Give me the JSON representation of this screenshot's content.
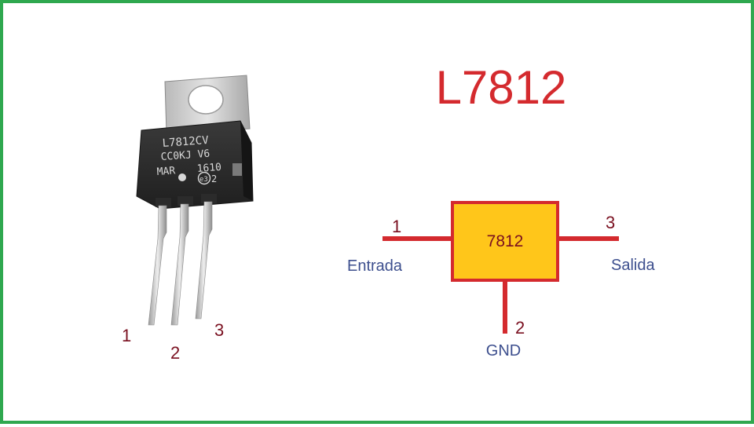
{
  "title": "L7812",
  "component": {
    "marking_line1": "L7812CV",
    "marking_line2": "CC0KJ  V6",
    "marking_line3_left": "MAR",
    "marking_line3_right": "1610",
    "marking_e3": "e3",
    "marking_e3_suffix": "2",
    "pin_numbers": [
      "1",
      "2",
      "3"
    ]
  },
  "schematic": {
    "box_label": "7812",
    "pins": [
      {
        "number": "1",
        "label": "Entrada"
      },
      {
        "number": "2",
        "label": "GND"
      },
      {
        "number": "3",
        "label": "Salida"
      }
    ]
  },
  "colors": {
    "frame": "#2fa84f",
    "title": "#d42a2e",
    "wire": "#d42a2e",
    "box_fill": "#ffc61a",
    "pin_number": "#7a1020",
    "pin_label": "#3d4f8e",
    "box_text": "#7a1020"
  }
}
